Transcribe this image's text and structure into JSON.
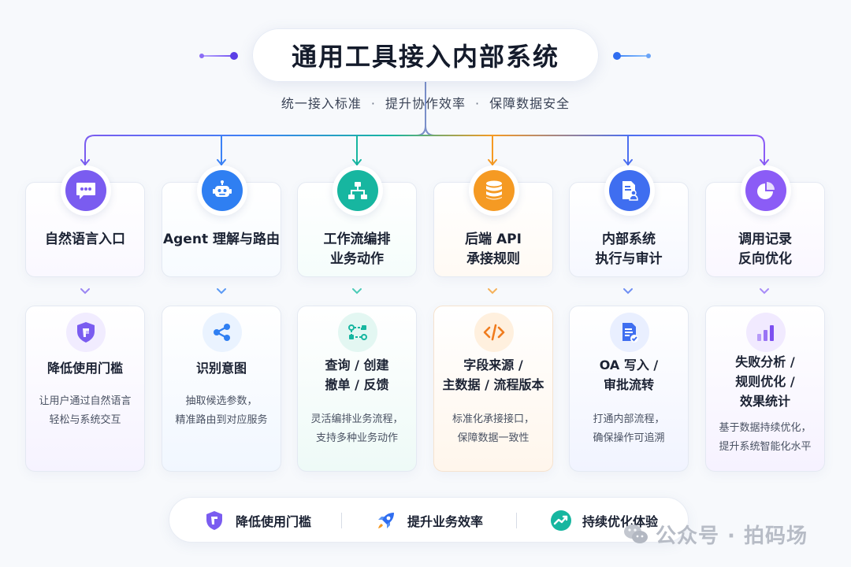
{
  "title": "通用工具接入内部系统",
  "subtitle": {
    "items": [
      "统一接入标准",
      "提升协作效率",
      "保障数据安全"
    ],
    "separator": "·"
  },
  "colors": {
    "purple": "#7a5cf0",
    "blue": "#3b82f6",
    "teal": "#17b6a0",
    "orange": "#f59a23",
    "indigo": "#4c6ff0",
    "violet": "#8b5cf6"
  },
  "stages": [
    {
      "top_title": [
        "自然语言入口"
      ],
      "top_icon": "chat-bubble-icon",
      "bottom_icon": "shield-icon",
      "bottom_title": [
        "降低使用门槛"
      ],
      "desc": [
        "让用户通过自然语言",
        "轻松与系统交互"
      ]
    },
    {
      "top_title": [
        "Agent 理解与路由"
      ],
      "top_icon": "robot-icon",
      "bottom_icon": "share-nodes-icon",
      "bottom_title": [
        "识别意图"
      ],
      "desc": [
        "抽取候选参数，",
        "精准路由到对应服务"
      ]
    },
    {
      "top_title": [
        "工作流编排",
        "业务动作"
      ],
      "top_icon": "flowchart-icon",
      "bottom_icon": "workflow-nodes-icon",
      "bottom_title": [
        "查询 / 创建",
        "撤单 / 反馈"
      ],
      "desc": [
        "灵活编排业务流程，",
        "支持多种业务动作"
      ]
    },
    {
      "top_title": [
        "后端 API",
        "承接规则"
      ],
      "top_icon": "database-icon",
      "bottom_icon": "code-icon",
      "bottom_title": [
        "字段来源 /",
        "主数据 / 流程版本"
      ],
      "desc": [
        "标准化承接接口，",
        "保障数据一致性"
      ]
    },
    {
      "top_title": [
        "内部系统",
        "执行与审计"
      ],
      "top_icon": "document-user-icon",
      "bottom_icon": "document-check-icon",
      "bottom_title": [
        "OA 写入 /",
        "审批流转"
      ],
      "desc": [
        "打通内部流程，",
        "确保操作可追溯"
      ]
    },
    {
      "top_title": [
        "调用记录",
        "反向优化"
      ],
      "top_icon": "pie-chart-icon",
      "bottom_icon": "bar-chart-icon",
      "bottom_title": [
        "失败分析 /",
        "规则优化 /",
        "效果统计"
      ],
      "desc": [
        "基于数据持续优化，",
        "提升系统智能化水平"
      ]
    }
  ],
  "features": [
    {
      "icon": "shield-icon",
      "label": "降低使用门槛"
    },
    {
      "icon": "rocket-icon",
      "label": "提升业务效率"
    },
    {
      "icon": "trend-up-icon",
      "label": "持续优化体验"
    }
  ],
  "watermark": "公众号 · 拍码场"
}
